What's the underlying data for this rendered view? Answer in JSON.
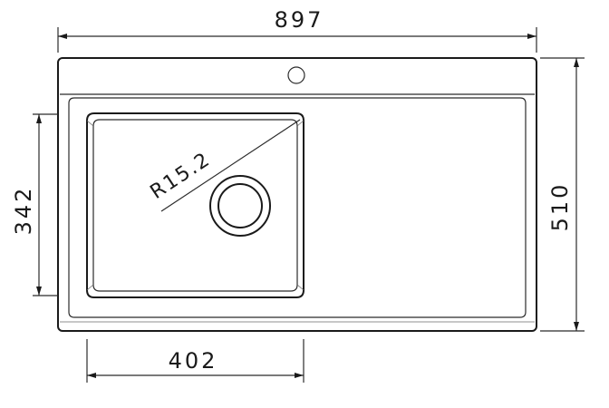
{
  "diagram": {
    "width_label": "897",
    "height_label": "510",
    "bowl_height_label": "342",
    "bowl_width_label": "402",
    "radius_label": "R15.2"
  },
  "colors": {
    "line": "#1a1a1a",
    "background": "#ffffff"
  }
}
